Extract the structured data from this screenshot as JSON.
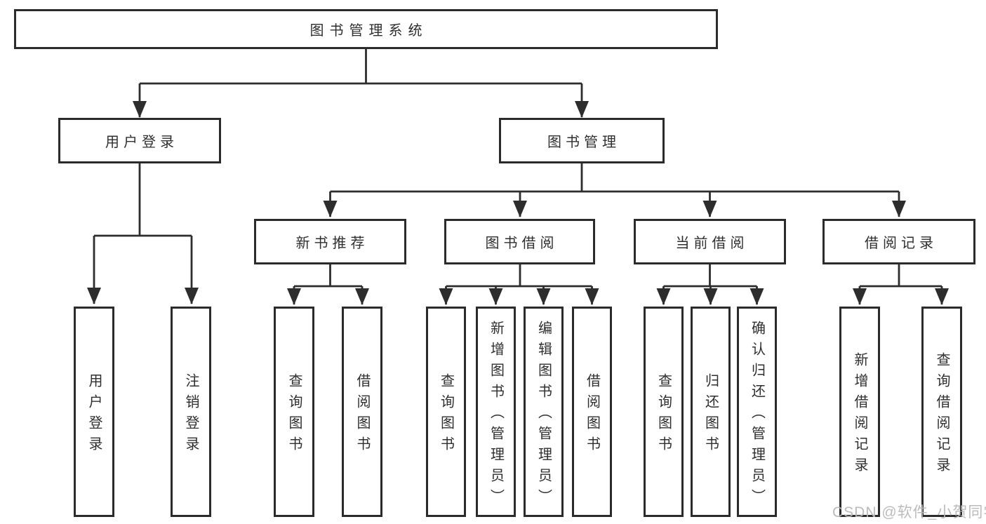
{
  "page": {
    "background": "#ffffff",
    "type": "functional-structure-diagram"
  },
  "colors": {
    "line": "#2d2d2d",
    "box_border": "#2b2b2b",
    "text": "#2f2f2f",
    "watermark": "#b8b8b8"
  },
  "tree": {
    "label": "图书管理系统",
    "children": [
      {
        "label": "用户登录",
        "children": [
          {
            "label": "用户登录"
          },
          {
            "label": "注销登录"
          }
        ]
      },
      {
        "label": "图书管理",
        "children": [
          {
            "label": "新书推荐",
            "children": [
              {
                "label": "查询图书"
              },
              {
                "label": "借阅图书"
              }
            ]
          },
          {
            "label": "图书借阅",
            "children": [
              {
                "label": "查询图书"
              },
              {
                "label": "新增图书（管理员）"
              },
              {
                "label": "编辑图书（管理员）"
              },
              {
                "label": "借阅图书"
              }
            ]
          },
          {
            "label": "当前借阅",
            "children": [
              {
                "label": "查询图书"
              },
              {
                "label": "归还图书"
              },
              {
                "label": "确认归还（管理员）"
              }
            ]
          },
          {
            "label": "借阅记录",
            "children": [
              {
                "label": "新增借阅记录"
              },
              {
                "label": "查询借阅记录"
              }
            ]
          }
        ]
      }
    ]
  },
  "watermark": {
    "text": "CSDN @软件_小贺同学"
  }
}
